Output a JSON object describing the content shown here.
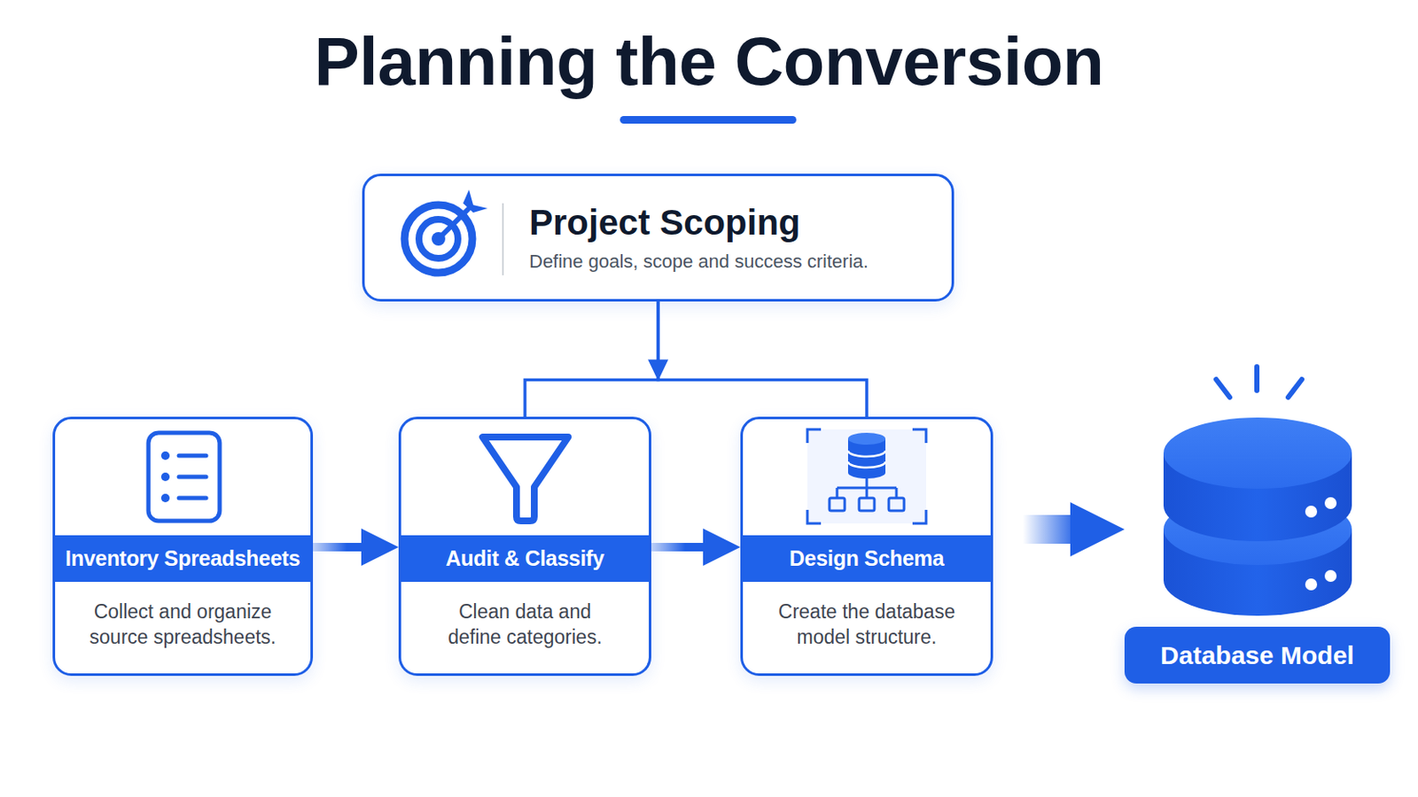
{
  "diagram": {
    "title": "Planning the Conversion",
    "nodes": [
      {
        "text": [
          "Project Scoping",
          "Define goals, scope and success criteria."
        ]
      },
      {
        "text": [
          "Inventory Spreadsheets",
          "Collect and organize source spreadsheets."
        ]
      },
      {
        "text": [
          "Audit & Classify",
          "Clean data and define categories."
        ]
      },
      {
        "text": [
          "Design Schema",
          "Create the database model structure."
        ]
      },
      {
        "text": [
          "Database Model"
        ]
      }
    ],
    "edges": [
      {
        "from": 0,
        "to": 2,
        "arrow": "to"
      },
      {
        "from": 0,
        "to": 3,
        "arrow": "to"
      },
      {
        "from": 1,
        "to": 2,
        "arrow": "to"
      },
      {
        "from": 2,
        "to": 3,
        "arrow": "to"
      },
      {
        "from": 3,
        "to": 4,
        "arrow": "to"
      }
    ]
  }
}
